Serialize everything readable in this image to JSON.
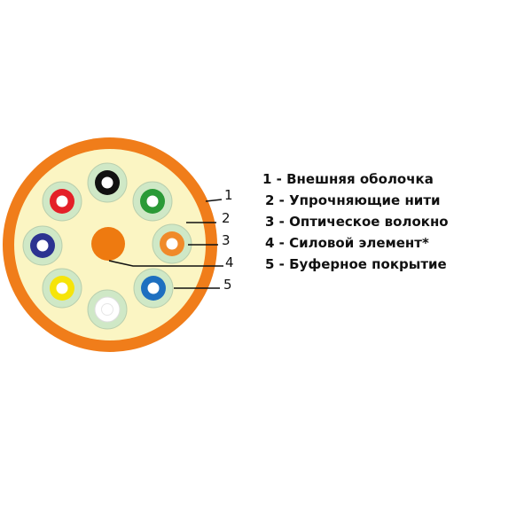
{
  "callouts": [
    "1",
    "2",
    "3",
    "4",
    "5"
  ],
  "legend": [
    "1 - Внешняя оболочка",
    "2 - Упрочняющие нити",
    "3 - Оптическое волокно",
    "4 - Силовой элемент*",
    "5 - Буферное покрытие"
  ],
  "colors": {
    "jacket": "#f07d1a",
    "yarn": "#fbf5c3",
    "central_member": "#ee7a10",
    "buffer_ring": "#cfe8c6",
    "leader_line": "#111111"
  },
  "fibers": [
    {
      "color_name": "black",
      "color": "#111111"
    },
    {
      "color_name": "green",
      "color": "#2a9a37"
    },
    {
      "color_name": "orange",
      "color": "#f08a2a"
    },
    {
      "color_name": "blue",
      "color": "#1d6fc0"
    },
    {
      "color_name": "white",
      "color": "#ffffff"
    },
    {
      "color_name": "yellow",
      "color": "#f6e40a"
    },
    {
      "color_name": "violet",
      "color": "#2c3391"
    },
    {
      "color_name": "red",
      "color": "#e42028"
    }
  ]
}
